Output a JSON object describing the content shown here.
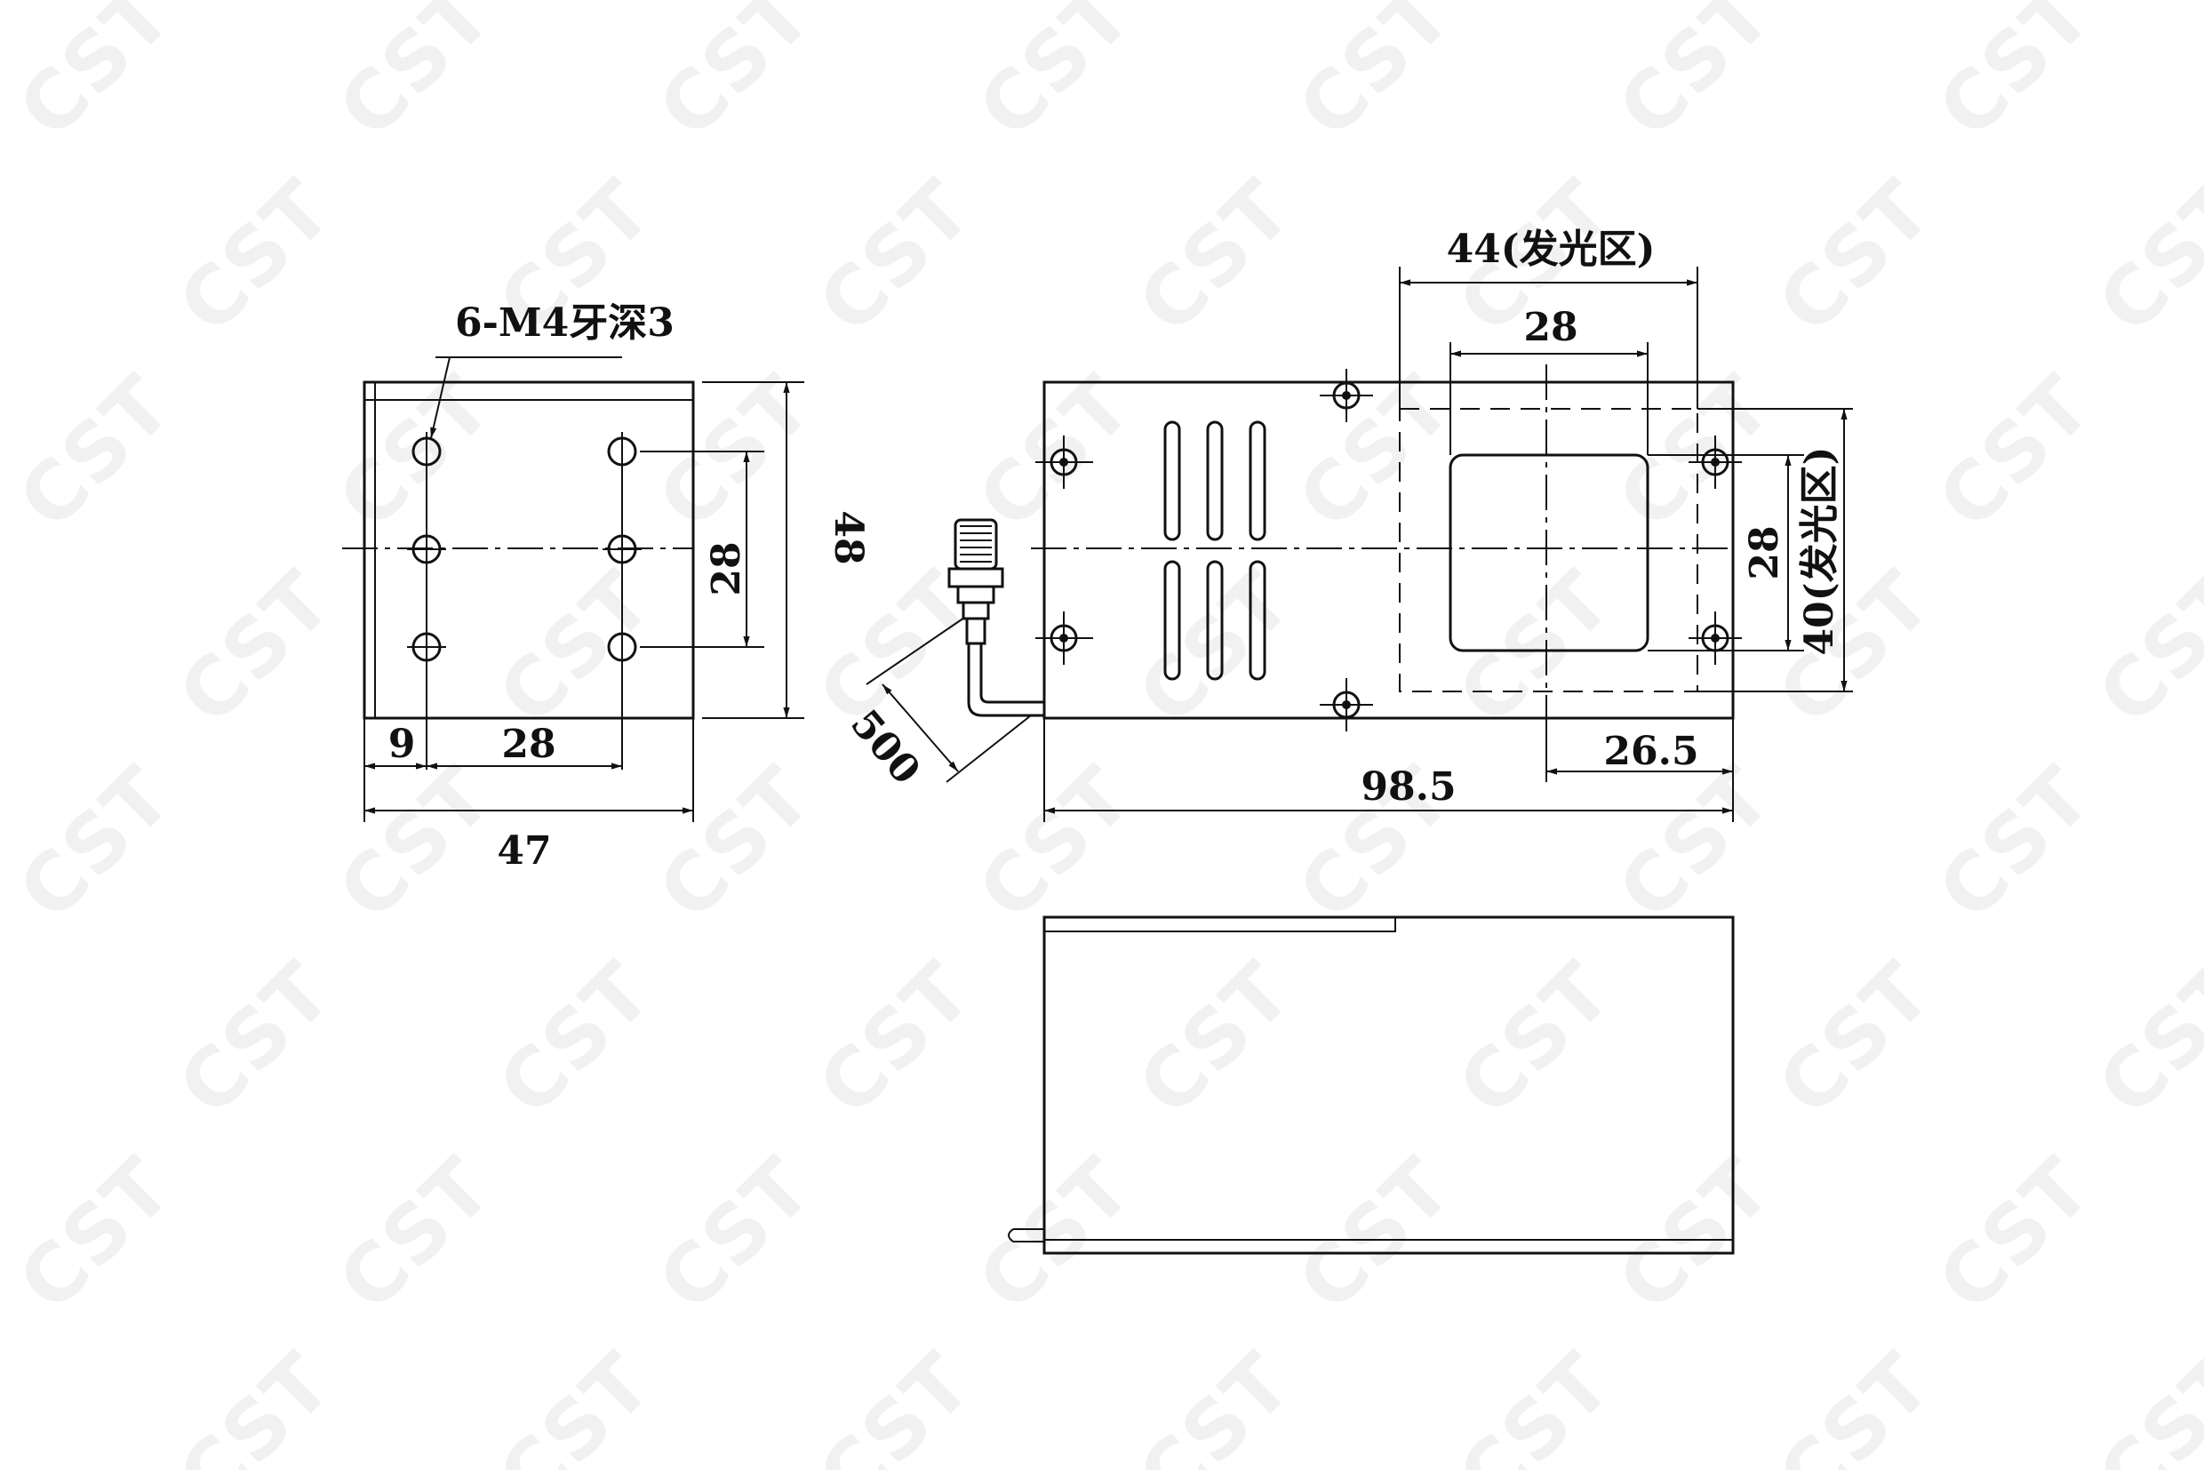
{
  "watermark": "CST",
  "front_view": {
    "hole_note": "6-M4牙深3",
    "dim_hole_spacing_v": "28",
    "dim_height": "48",
    "dim_edge_offset": "9",
    "dim_hole_spacing_h": "28",
    "dim_width": "47"
  },
  "top_view": {
    "dim_emit_width": "44(发光区)",
    "dim_inner_width": "28",
    "dim_inner_height": "28",
    "dim_emit_height": "40(发光区)",
    "dim_offset_right": "26.5",
    "dim_length": "98.5",
    "dim_cable": "500"
  }
}
